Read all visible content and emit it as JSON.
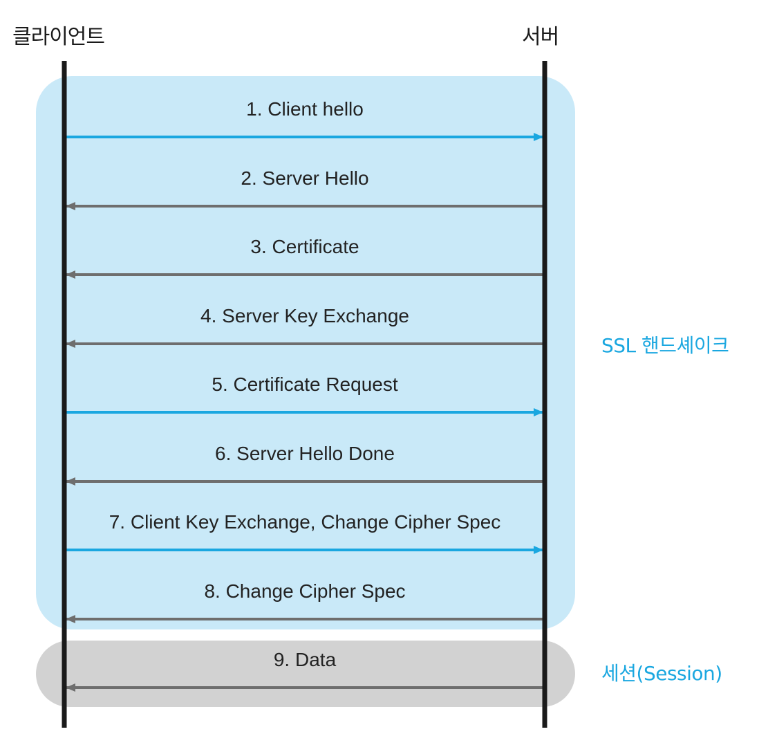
{
  "actors": {
    "client": "클라이언트",
    "server": "서버"
  },
  "phases": {
    "handshake": "SSL 핸드셰이크",
    "session": "세션(Session)"
  },
  "messages": [
    {
      "label": "1. Client hello",
      "direction": "client-to-server"
    },
    {
      "label": "2. Server Hello",
      "direction": "server-to-client"
    },
    {
      "label": "3. Certificate",
      "direction": "server-to-client"
    },
    {
      "label": "4. Server Key Exchange",
      "direction": "server-to-client"
    },
    {
      "label": "5. Certificate Request",
      "direction": "client-to-server"
    },
    {
      "label": "6. Server Hello Done",
      "direction": "server-to-client"
    },
    {
      "label": "7. Client Key Exchange, Change Cipher Spec",
      "direction": "client-to-server"
    },
    {
      "label": "8. Change Cipher Spec",
      "direction": "server-to-client"
    },
    {
      "label": "9. Data",
      "direction": "server-to-client"
    }
  ],
  "colors": {
    "handshake_bg": "#c9e9f8",
    "session_bg": "#d2d2d2",
    "arrow_client_to_server": "#1aa7e0",
    "arrow_server_to_client": "#6e6e6e",
    "lifeline": "#1a1a1a",
    "phase_label": "#1aa7e0"
  }
}
